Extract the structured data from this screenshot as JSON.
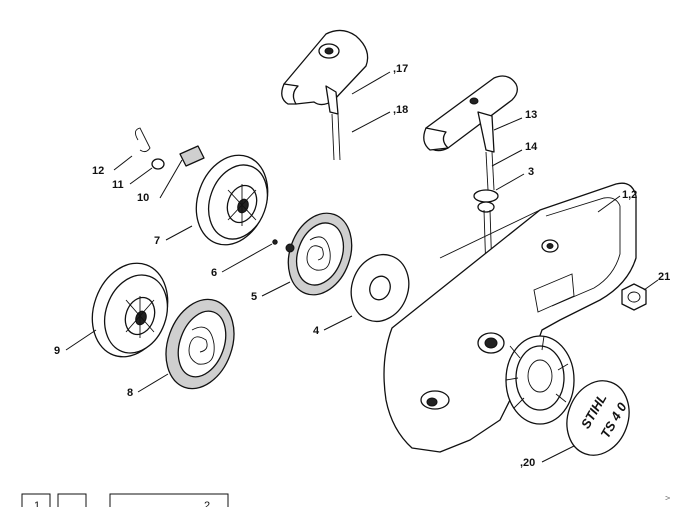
{
  "diagram": {
    "callouts": [
      {
        "id": "c1",
        "text": ",17"
      },
      {
        "id": "c2",
        "text": ",18"
      },
      {
        "id": "c3",
        "text": "13"
      },
      {
        "id": "c4",
        "text": "14"
      },
      {
        "id": "c5",
        "text": "3"
      },
      {
        "id": "c6",
        "text": "1,2"
      },
      {
        "id": "c7",
        "text": "12"
      },
      {
        "id": "c8",
        "text": "11"
      },
      {
        "id": "c9",
        "text": "10"
      },
      {
        "id": "c10",
        "text": "7"
      },
      {
        "id": "c11",
        "text": "6"
      },
      {
        "id": "c12",
        "text": "5"
      },
      {
        "id": "c13",
        "text": "21"
      },
      {
        "id": "c14",
        "text": "4"
      },
      {
        "id": "c15",
        "text": "9"
      },
      {
        "id": "c16",
        "text": "8"
      },
      {
        "id": "c17",
        "text": ",20"
      }
    ],
    "cover_logo": {
      "brand": "STIHL",
      "model": "TS 4 0"
    },
    "footer": {
      "box1": "1",
      "box2": "",
      "box3": "2"
    },
    "side_code": "V"
  }
}
